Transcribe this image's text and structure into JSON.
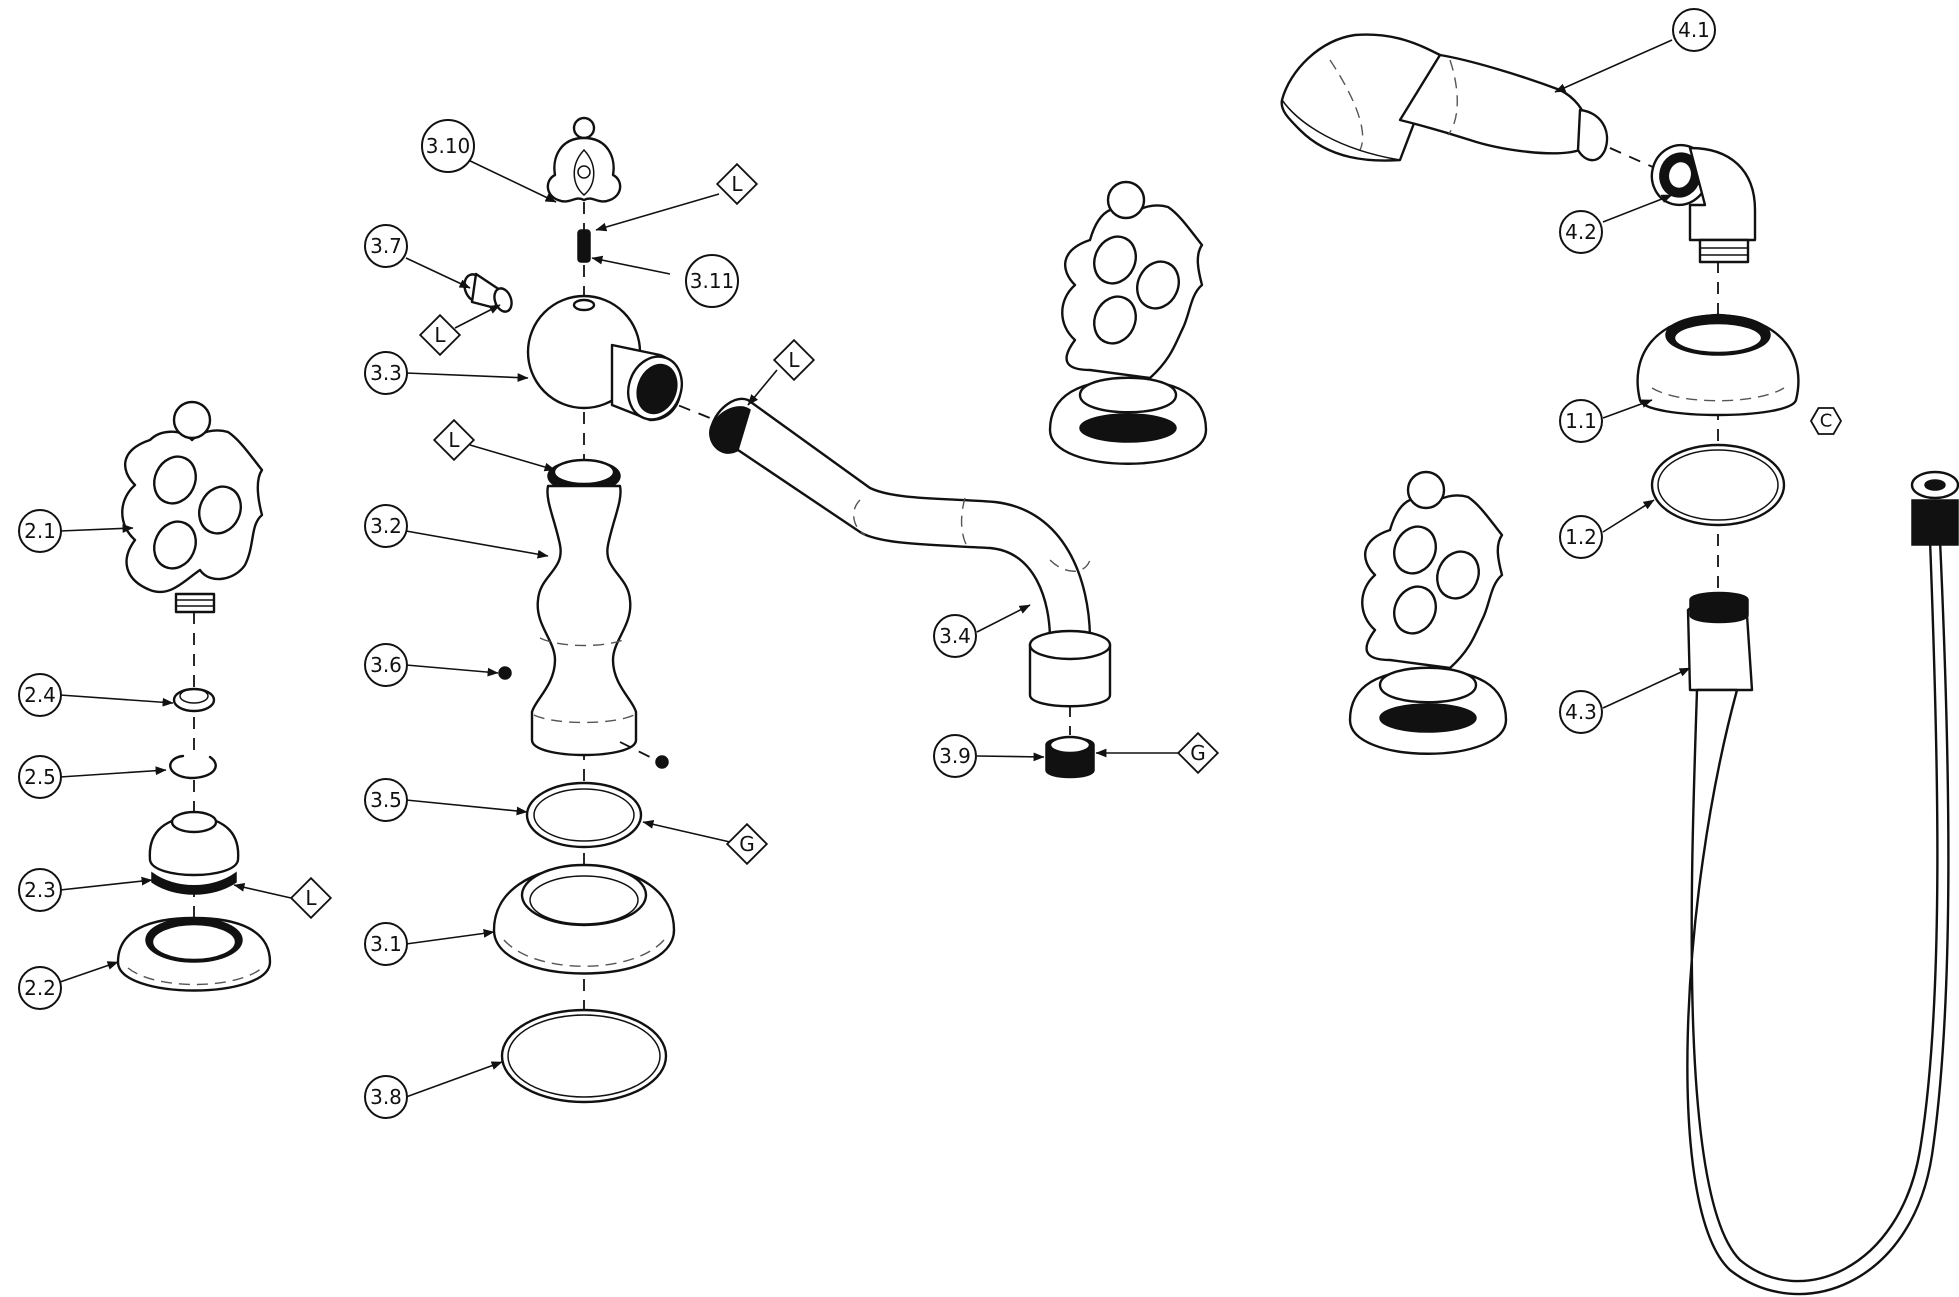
{
  "callouts": [
    {
      "id": "c1",
      "label": "2.1"
    },
    {
      "id": "c2",
      "label": "2.4"
    },
    {
      "id": "c3",
      "label": "2.5"
    },
    {
      "id": "c4",
      "label": "2.3"
    },
    {
      "id": "c5",
      "label": "2.2"
    },
    {
      "id": "c6",
      "label": "3.10"
    },
    {
      "id": "c7",
      "label": "3.7"
    },
    {
      "id": "c8",
      "label": "3.11"
    },
    {
      "id": "c9",
      "label": "3.3"
    },
    {
      "id": "c10",
      "label": "3.2"
    },
    {
      "id": "c11",
      "label": "3.6"
    },
    {
      "id": "c12",
      "label": "3.5"
    },
    {
      "id": "c13",
      "label": "3.1"
    },
    {
      "id": "c14",
      "label": "3.8"
    },
    {
      "id": "c15",
      "label": "3.4"
    },
    {
      "id": "c16",
      "label": "3.9"
    },
    {
      "id": "c17",
      "label": "4.1"
    },
    {
      "id": "c18",
      "label": "4.2"
    },
    {
      "id": "c19",
      "label": "1.1"
    },
    {
      "id": "c20",
      "label": "1.2"
    },
    {
      "id": "c21",
      "label": "4.3"
    }
  ],
  "tags": [
    {
      "id": "t1",
      "label": "L"
    },
    {
      "id": "t2",
      "label": "L"
    },
    {
      "id": "t3",
      "label": "L"
    },
    {
      "id": "t4",
      "label": "L"
    },
    {
      "id": "t5",
      "label": "L"
    },
    {
      "id": "t6",
      "label": "G"
    },
    {
      "id": "t7",
      "label": "G"
    }
  ],
  "hex_marks": [
    {
      "id": "h1",
      "label": "C"
    }
  ]
}
